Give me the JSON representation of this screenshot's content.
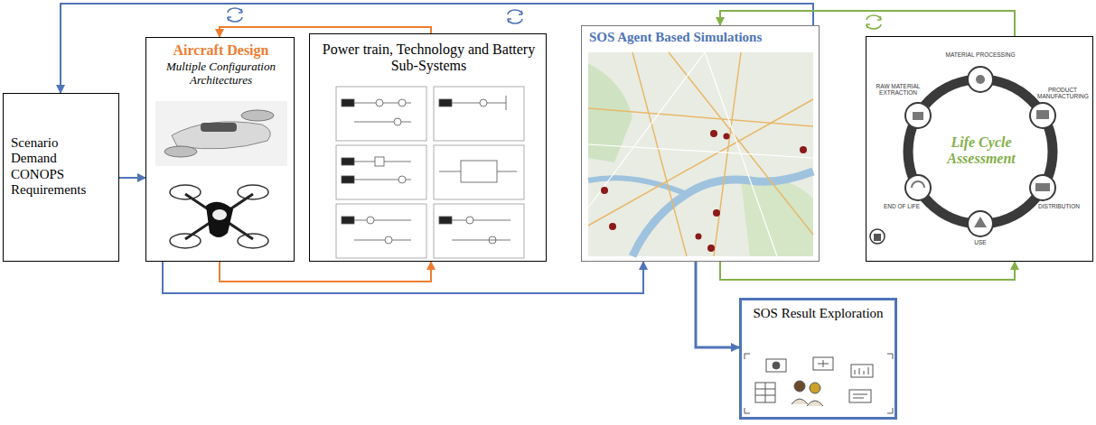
{
  "diagram": {
    "nodes": [
      {
        "text": [
          "Scenario Demand CONOPS Requirements"
        ]
      },
      {
        "text": [
          "Aircraft Design",
          "Multiple Configuration Architectures"
        ]
      },
      {
        "text": [
          "Power train, Technology and Battery Sub-Systems"
        ]
      },
      {
        "text": [
          "SOS Agent Based Simulations"
        ]
      },
      {
        "text": [
          "Life Cycle Assessment"
        ]
      },
      {
        "text": [
          "SOS Result Exploration"
        ]
      }
    ],
    "edges": [
      {
        "from": 3,
        "to": 0,
        "arrow": "to"
      },
      {
        "from": 4,
        "to": 3,
        "arrow": "to"
      },
      {
        "from": 0,
        "to": 1,
        "arrow": "to"
      },
      {
        "from": 2,
        "to": 1,
        "arrow": "to"
      },
      {
        "from": 1,
        "to": 2,
        "arrow": "to"
      },
      {
        "from": 1,
        "to": 3,
        "arrow": "to"
      },
      {
        "from": 3,
        "to": 4,
        "arrow": "to"
      },
      {
        "from": 3,
        "to": 5,
        "arrow": "to"
      }
    ],
    "labels": [
      "MATERIAL PROCESSING",
      "PRODUCT MANUFACTURING",
      "DISTRIBUTION",
      "USE",
      "END OF LIFE",
      "RAW MATERIAL EXTRACTION"
    ]
  }
}
